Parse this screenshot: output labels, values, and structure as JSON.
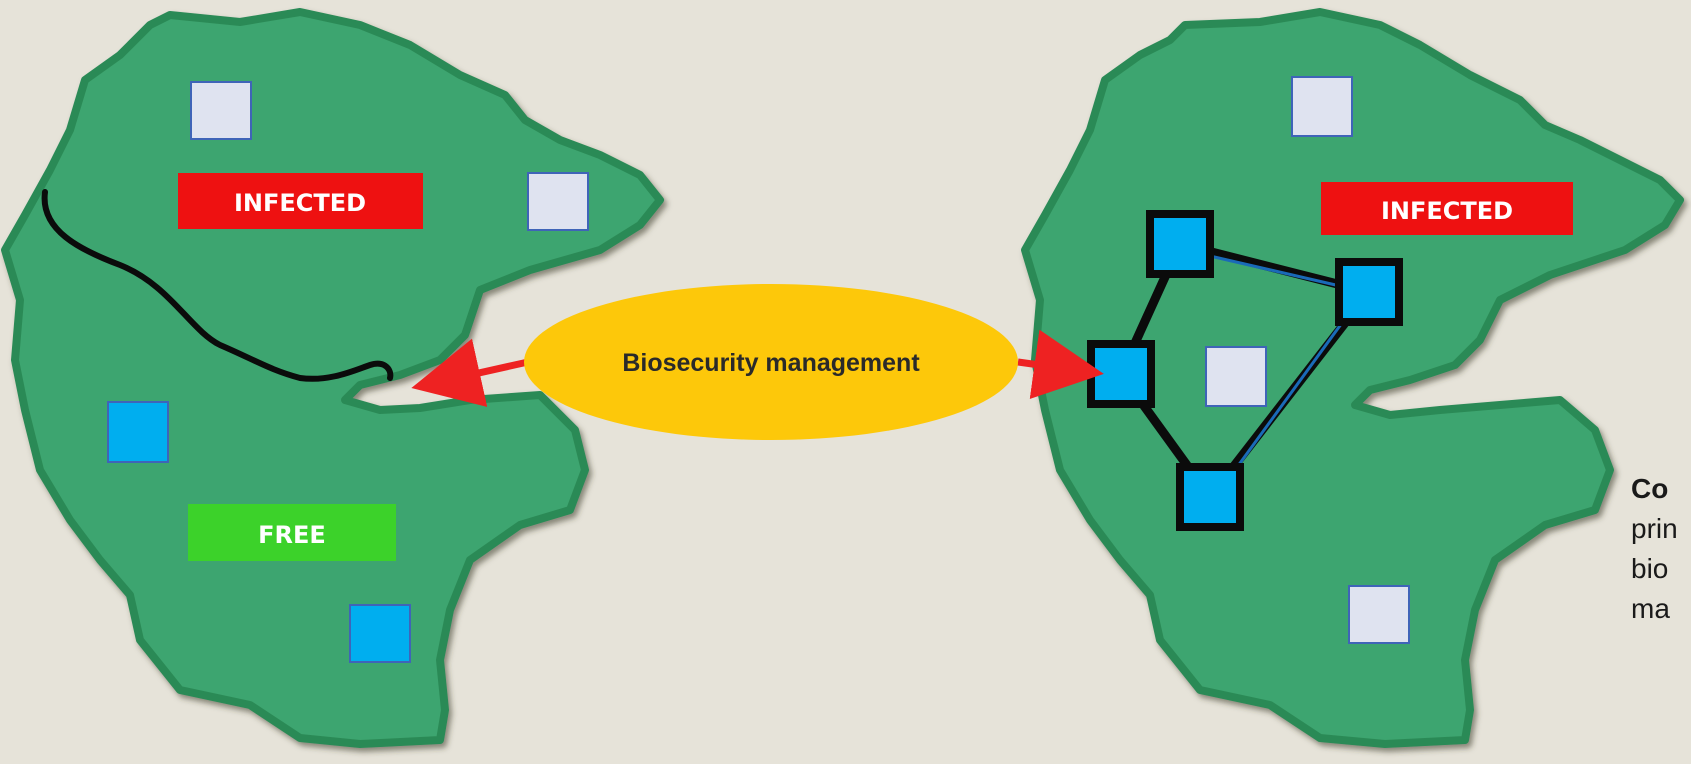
{
  "labels": {
    "left_infected": "INFECTED",
    "left_free": "FREE",
    "right_infected": "INFECTED",
    "management": "Biosecurity management"
  },
  "side_text": {
    "line1": "Co",
    "line2": "prin",
    "line3": "bio",
    "line4": "ma"
  },
  "colors": {
    "background": "#e6e3d9",
    "region": "#3ea56f",
    "infected": "#ee1111",
    "free": "#3cd22a",
    "ellipse": "#fdc80a",
    "arrow": "#ee2222",
    "farm_light": "#dfe3f0",
    "farm_blue": "#00aeef"
  },
  "icons": {
    "farm_light": "empty-farm-square-icon",
    "farm_blue": "managed-farm-square-icon",
    "boundary": "infection-boundary-line",
    "arrow": "double-headed-arrow-icon"
  }
}
